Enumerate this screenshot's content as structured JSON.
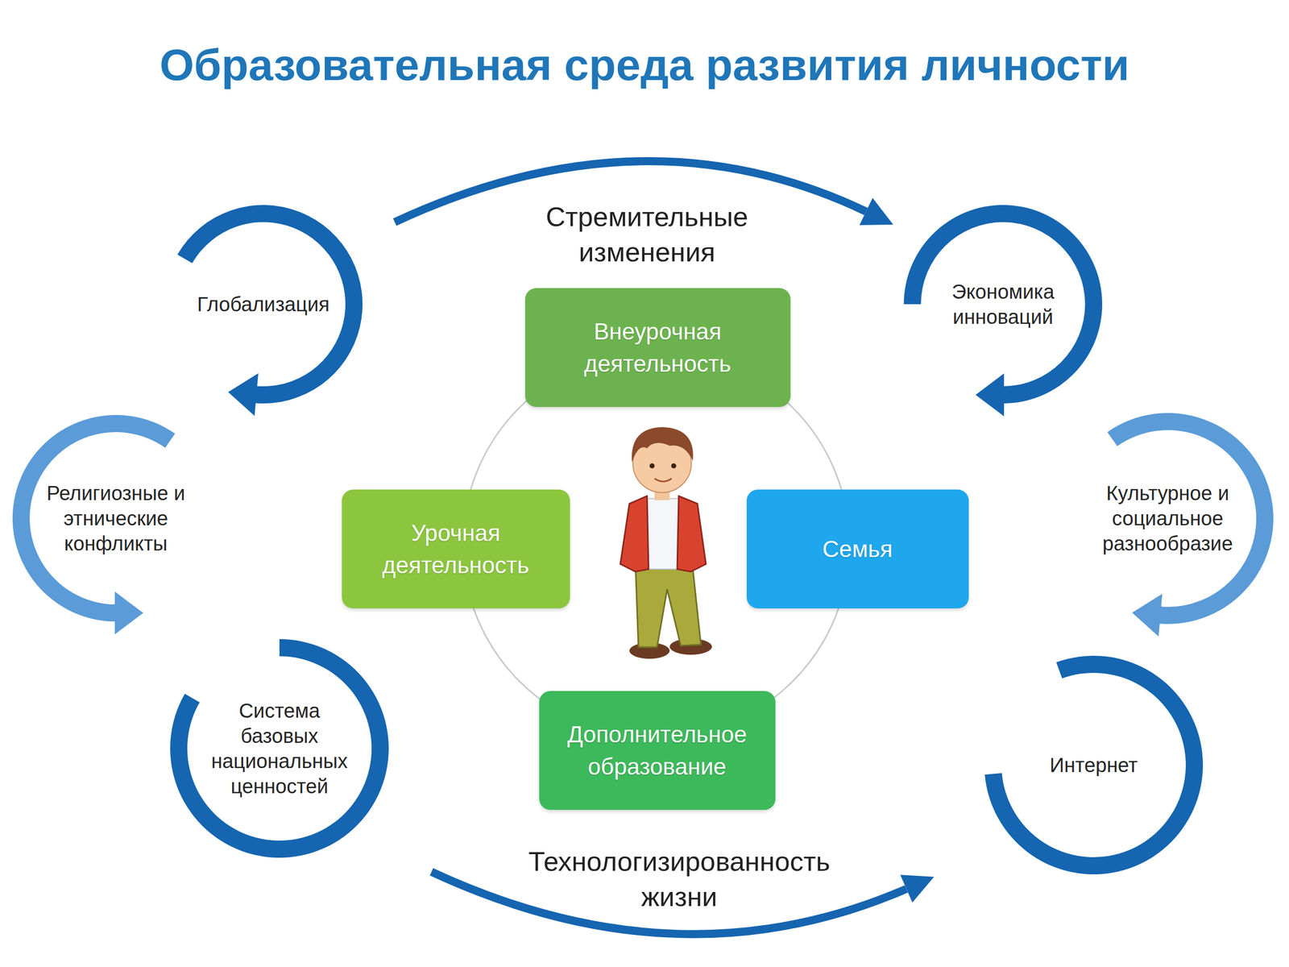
{
  "diagram": {
    "title": "Образовательная среда развития личности",
    "nodes": [
      {
        "text": [
          "Глобализация"
        ]
      },
      {
        "text": [
          "Внеурочная деятельность"
        ]
      },
      {
        "text": [
          "Экономика инноваций"
        ]
      },
      {
        "text": [
          "Религиозные и этнические конфликты"
        ]
      },
      {
        "text": [
          "Урочная деятельность"
        ]
      },
      {
        "text": [
          "Семья"
        ]
      },
      {
        "text": [
          "Культурное и социальное разнообразие"
        ]
      },
      {
        "text": [
          "Система базовых национальных ценностей"
        ]
      },
      {
        "text": [
          "Дополнительное образование"
        ]
      },
      {
        "text": [
          "Интернет"
        ]
      }
    ],
    "labels": [
      "Стремительные изменения",
      "Технологизированность жизни"
    ]
  }
}
